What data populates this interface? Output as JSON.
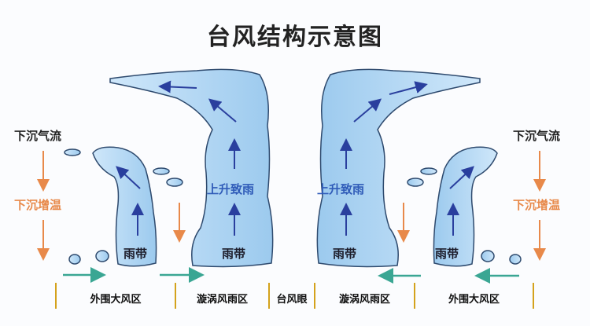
{
  "title": "台风结构示意图",
  "left": {
    "downdraft": "下沉气流",
    "warming": "下沉增温"
  },
  "right": {
    "downdraft": "下沉气流",
    "warming": "下沉增温"
  },
  "clouds": [
    {
      "label": "雨带"
    },
    {
      "label": "雨带",
      "updraft": "上升致雨"
    },
    {
      "label": "雨带",
      "updraft": "上升致雨"
    },
    {
      "label": "雨带"
    }
  ],
  "zones": [
    "外围大风区",
    "漩涡风雨区",
    "台风眼",
    "漩涡风雨区",
    "外围大风区"
  ],
  "colors": {
    "cloud_fill": "#b9dcf5",
    "cloud_stroke": "#2e4a6e",
    "arrow_blue": "#2a3f9e",
    "orange": "#e8894a",
    "teal": "#3aa693",
    "divider": "#d4a21c"
  }
}
